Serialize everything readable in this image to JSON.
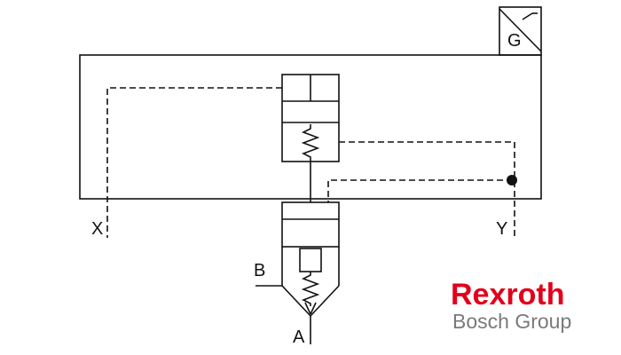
{
  "diagram": {
    "ports": {
      "x": "X",
      "y": "Y",
      "a": "A",
      "b": "B"
    },
    "box_symbol": "G"
  },
  "logo": {
    "brand": "Rexroth",
    "group": "Bosch Group",
    "brand_color": "#e2001a",
    "group_color": "#7a7a7a"
  },
  "colors": {
    "line": "#111111"
  }
}
